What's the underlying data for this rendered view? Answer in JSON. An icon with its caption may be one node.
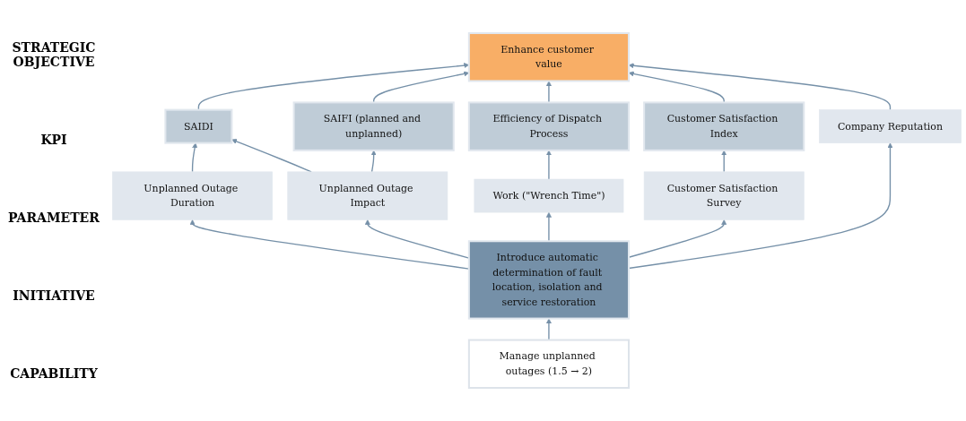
{
  "diagram": {
    "nodes": [
      {
        "text": [
          "Enhance customer value"
        ]
      },
      {
        "text": [
          "SAIDI"
        ]
      },
      {
        "text": [
          "SAIFI (planned and unplanned)"
        ]
      },
      {
        "text": [
          "Efficiency of Dispatch Process"
        ]
      },
      {
        "text": [
          "Customer Satisfaction Index"
        ]
      },
      {
        "text": [
          "Unplanned Outage Duration"
        ]
      },
      {
        "text": [
          "Unplanned Outage Impact"
        ]
      },
      {
        "text": [
          "Work (\"Wrench Time\")"
        ]
      },
      {
        "text": [
          "Customer Satisfaction Survey"
        ]
      },
      {
        "text": [
          "Company Reputation"
        ]
      },
      {
        "text": [
          "Introduce automatic determination of fault location, isolation and service restoration"
        ]
      },
      {
        "text": [
          "Manage unplanned outages (1.5 → 2)"
        ]
      }
    ],
    "edges": [
      {
        "from": 11,
        "to": 10,
        "arrow": "to"
      },
      {
        "from": 10,
        "to": 5,
        "arrow": "to"
      },
      {
        "from": 10,
        "to": 6,
        "arrow": "to"
      },
      {
        "from": 10,
        "to": 7,
        "arrow": "to"
      },
      {
        "from": 10,
        "to": 8,
        "arrow": "to"
      },
      {
        "from": 10,
        "to": 9,
        "arrow": "to"
      },
      {
        "from": 5,
        "to": 1,
        "arrow": "to"
      },
      {
        "from": 6,
        "to": 1,
        "arrow": "to"
      },
      {
        "from": 6,
        "to": 2,
        "arrow": "to"
      },
      {
        "from": 7,
        "to": 3,
        "arrow": "to"
      },
      {
        "from": 8,
        "to": 4,
        "arrow": "to"
      },
      {
        "from": 1,
        "to": 0,
        "arrow": "to"
      },
      {
        "from": 2,
        "to": 0,
        "arrow": "to"
      },
      {
        "from": 3,
        "to": 0,
        "arrow": "to"
      },
      {
        "from": 4,
        "to": 0,
        "arrow": "to"
      },
      {
        "from": 9,
        "to": 0,
        "arrow": "to"
      }
    ],
    "labels": [
      "STRATEGIC OBJECTIVE",
      "KPI",
      "PARAMETER",
      "INITIATIVE",
      "CAPABILITY"
    ]
  }
}
